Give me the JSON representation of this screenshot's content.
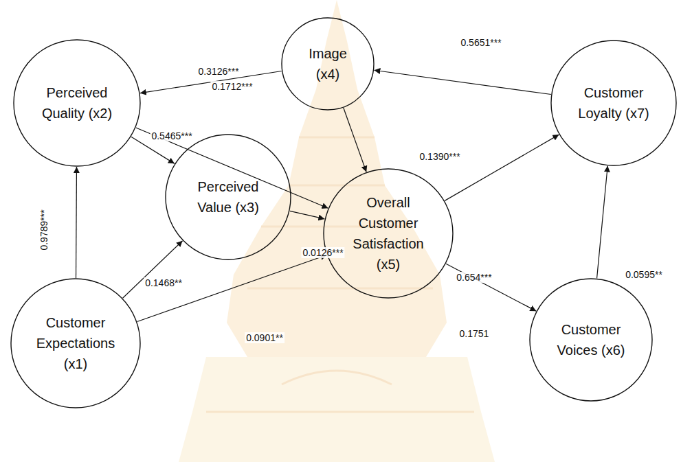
{
  "diagram": {
    "nodes": [
      {
        "text": [
          "Image (x4)"
        ]
      },
      {
        "text": [
          "Perceived Quality (x2)"
        ]
      },
      {
        "text": [
          "Customer Loyalty (x7)"
        ]
      },
      {
        "text": [
          "Perceived Value (x3)"
        ]
      },
      {
        "text": [
          "Overall Customer Satisfaction (x5)"
        ]
      },
      {
        "text": [
          "Customer Expectations (x1)"
        ]
      },
      {
        "text": [
          "Customer Voices (x6)"
        ]
      }
    ],
    "edges": [
      {
        "from": 2,
        "to": 0,
        "arrow": "to",
        "label": "0.5651***"
      },
      {
        "from": 0,
        "to": 1,
        "arrow": "to",
        "label": "0.3126***"
      },
      {
        "from": 1,
        "to": 4,
        "arrow": "to",
        "label": "0.1712***"
      },
      {
        "from": 0,
        "to": 4,
        "arrow": "to",
        "label": "0.1390***"
      },
      {
        "from": 1,
        "to": 3,
        "arrow": "to",
        "label": "0.5465***"
      },
      {
        "from": 5,
        "to": 1,
        "arrow": "to",
        "label": "0.9789***"
      },
      {
        "from": 5,
        "to": 3,
        "arrow": "to",
        "label": "0.1468**"
      },
      {
        "from": 3,
        "to": 4,
        "arrow": "to",
        "label": "0.0126***"
      },
      {
        "from": 5,
        "to": 4,
        "arrow": "to",
        "label": "0.0901**"
      },
      {
        "from": 4,
        "to": 2,
        "arrow": "to",
        "label": "0.654***"
      },
      {
        "from": 4,
        "to": 6,
        "arrow": "to",
        "label": "0.1751"
      },
      {
        "from": 6,
        "to": 2,
        "arrow": "to",
        "label": "0.0595**"
      }
    ]
  }
}
